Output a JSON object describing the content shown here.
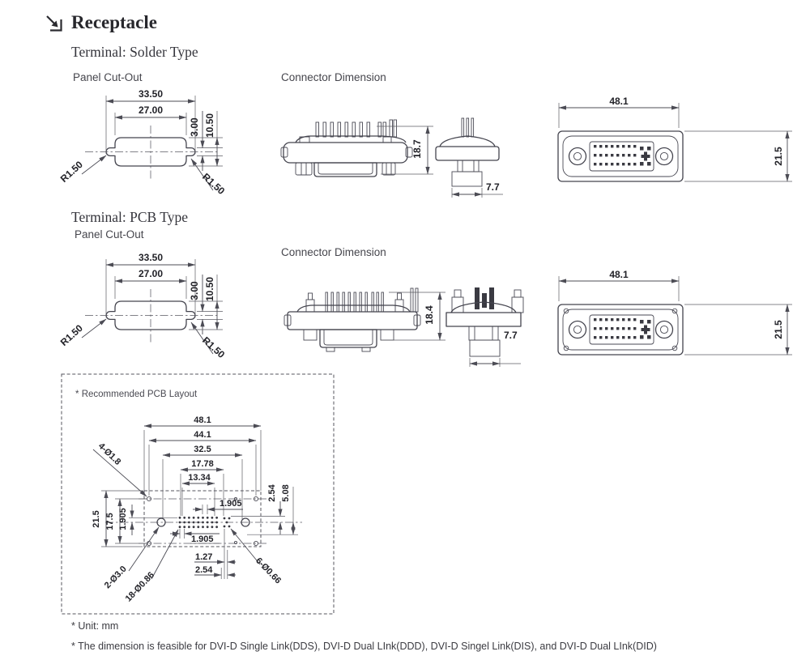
{
  "header": {
    "title": "Receptacle"
  },
  "solder": {
    "heading": "Terminal: Solder Type",
    "panel_cutout_label": "Panel Cut-Out",
    "connector_label": "Connector Dimension",
    "cutout": {
      "w_outer": "33.50",
      "w_inner": "27.00",
      "slot_h": "3.00",
      "h": "10.50",
      "r_left": "R1.50",
      "r_right": "R1.50"
    },
    "conn": {
      "height": "18.7",
      "depth": "7.7",
      "width": "48.1",
      "face_h": "21.5"
    }
  },
  "pcb": {
    "heading": "Terminal: PCB Type",
    "panel_cutout_label": "Panel Cut-Out",
    "connector_label": "Connector Dimension",
    "cutout": {
      "w_outer": "33.50",
      "w_inner": "27.00",
      "slot_h": "3.00",
      "h": "10.50",
      "r_left": "R1.50",
      "r_right": "R1.50"
    },
    "conn": {
      "height": "18.4",
      "depth": "7.7",
      "width": "48.1",
      "face_h": "21.5"
    }
  },
  "layout": {
    "bullet": "*",
    "label": "Recommended PCB Layout",
    "dims_top": [
      "48.1",
      "44.1",
      "32.5",
      "17.78",
      "13.34"
    ],
    "dims_left": [
      "21.5",
      "17.5",
      "1.905"
    ],
    "dims_right": [
      "2.54",
      "5.08"
    ],
    "mid_upper": "1.905",
    "mid_lower": "1.905",
    "dims_bottom": [
      "1.27",
      "2.54"
    ],
    "holes": {
      "corner": "4-Ø1.8",
      "mount": "2-Ø3.0",
      "pins": "18-Ø0.86",
      "micro": "6-Ø0.66"
    }
  },
  "notes": [
    "* Unit: mm",
    "* The dimension is feasible for DVI-D Single Link(DDS), DVI-D Dual LInk(DDD), DVI-D Singel Link(DIS), and DVI-D Dual LInk(DID)"
  ]
}
